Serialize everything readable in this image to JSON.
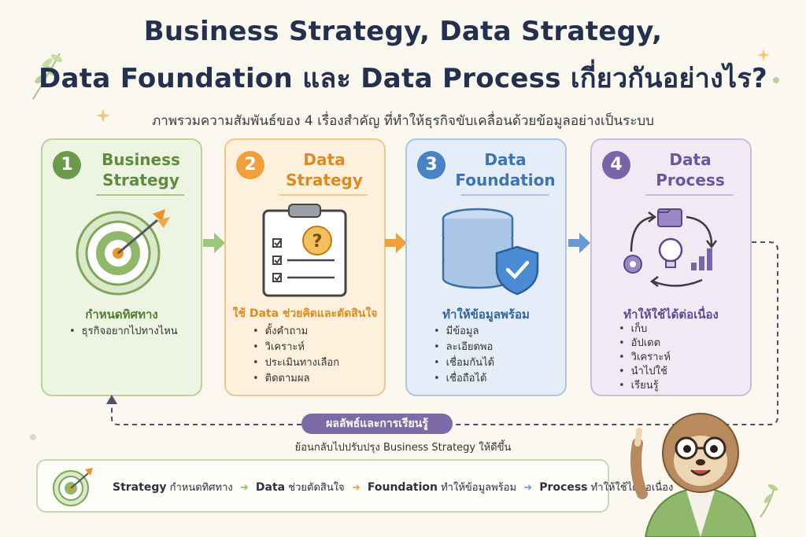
{
  "title": {
    "line1": "Business Strategy, Data Strategy,",
    "line2": "Data Foundation และ Data Process เกี่ยวกันอย่างไร?"
  },
  "subtitle": "ภาพรวมความสัมพันธ์ของ 4 เรื่องสำคัญ ที่ทำให้ธุรกิจขับเคลื่อนด้วยข้อมูลอย่างเป็นระบบ",
  "cards": [
    {
      "number": "1",
      "title_line1": "Business",
      "title_line2": "Strategy",
      "heading": "กำหนดทิศทาง",
      "bullets": [
        "ธุรกิจอยากไปทางไหน"
      ],
      "color": "#6a9a4a",
      "icon": "target-icon"
    },
    {
      "number": "2",
      "title_line1": "Data",
      "title_line2": "Strategy",
      "heading": "ใช้ Data ช่วยคิดและตัดสินใจ",
      "bullets": [
        "ตั้งคำถาม",
        "วิเคราะห์",
        "ประเมินทางเลือก",
        "ติดตามผล"
      ],
      "color": "#e8952c",
      "icon": "clipboard-question-icon"
    },
    {
      "number": "3",
      "title_line1": "Data",
      "title_line2": "Foundation",
      "heading": "ทำให้ข้อมูลพร้อม",
      "bullets": [
        "มีข้อมูล",
        "ละเอียดพอ",
        "เชื่อมกันได้",
        "เชื่อถือได้"
      ],
      "color": "#4a82c4",
      "icon": "database-shield-icon"
    },
    {
      "number": "4",
      "title_line1": "Data",
      "title_line2": "Process",
      "heading": "ทำให้ใช้ได้ต่อเนื่อง",
      "bullets": [
        "เก็บ",
        "อัปเดต",
        "วิเคราะห์",
        "นำไปใช้",
        "เรียนรู้"
      ],
      "color": "#7b63a8",
      "icon": "process-cycle-icon"
    }
  ],
  "feedback": {
    "pill": "ผลลัพธ์และการเรียนรู้",
    "note": "ย้อนกลับไปปรับปรุง Business Strategy ให้ดีขึ้น"
  },
  "summary": [
    {
      "key": "Strategy",
      "desc": "กำหนดทิศทาง",
      "arrow_color": "#8cc06a"
    },
    {
      "key": "Data",
      "desc": "ช่วยตัดสินใจ",
      "arrow_color": "#f0a038"
    },
    {
      "key": "Foundation",
      "desc": "ทำให้ข้อมูลพร้อม",
      "arrow_color": "#6a9ad6"
    },
    {
      "key": "Process",
      "desc": "ทำให้ใช้ได้ต่อเนื่อง",
      "arrow_color": ""
    }
  ],
  "colors": {
    "green": "#6a9a4a",
    "orange": "#e8952c",
    "blue": "#4a82c4",
    "purple": "#7b63a8",
    "title": "#23314f"
  }
}
